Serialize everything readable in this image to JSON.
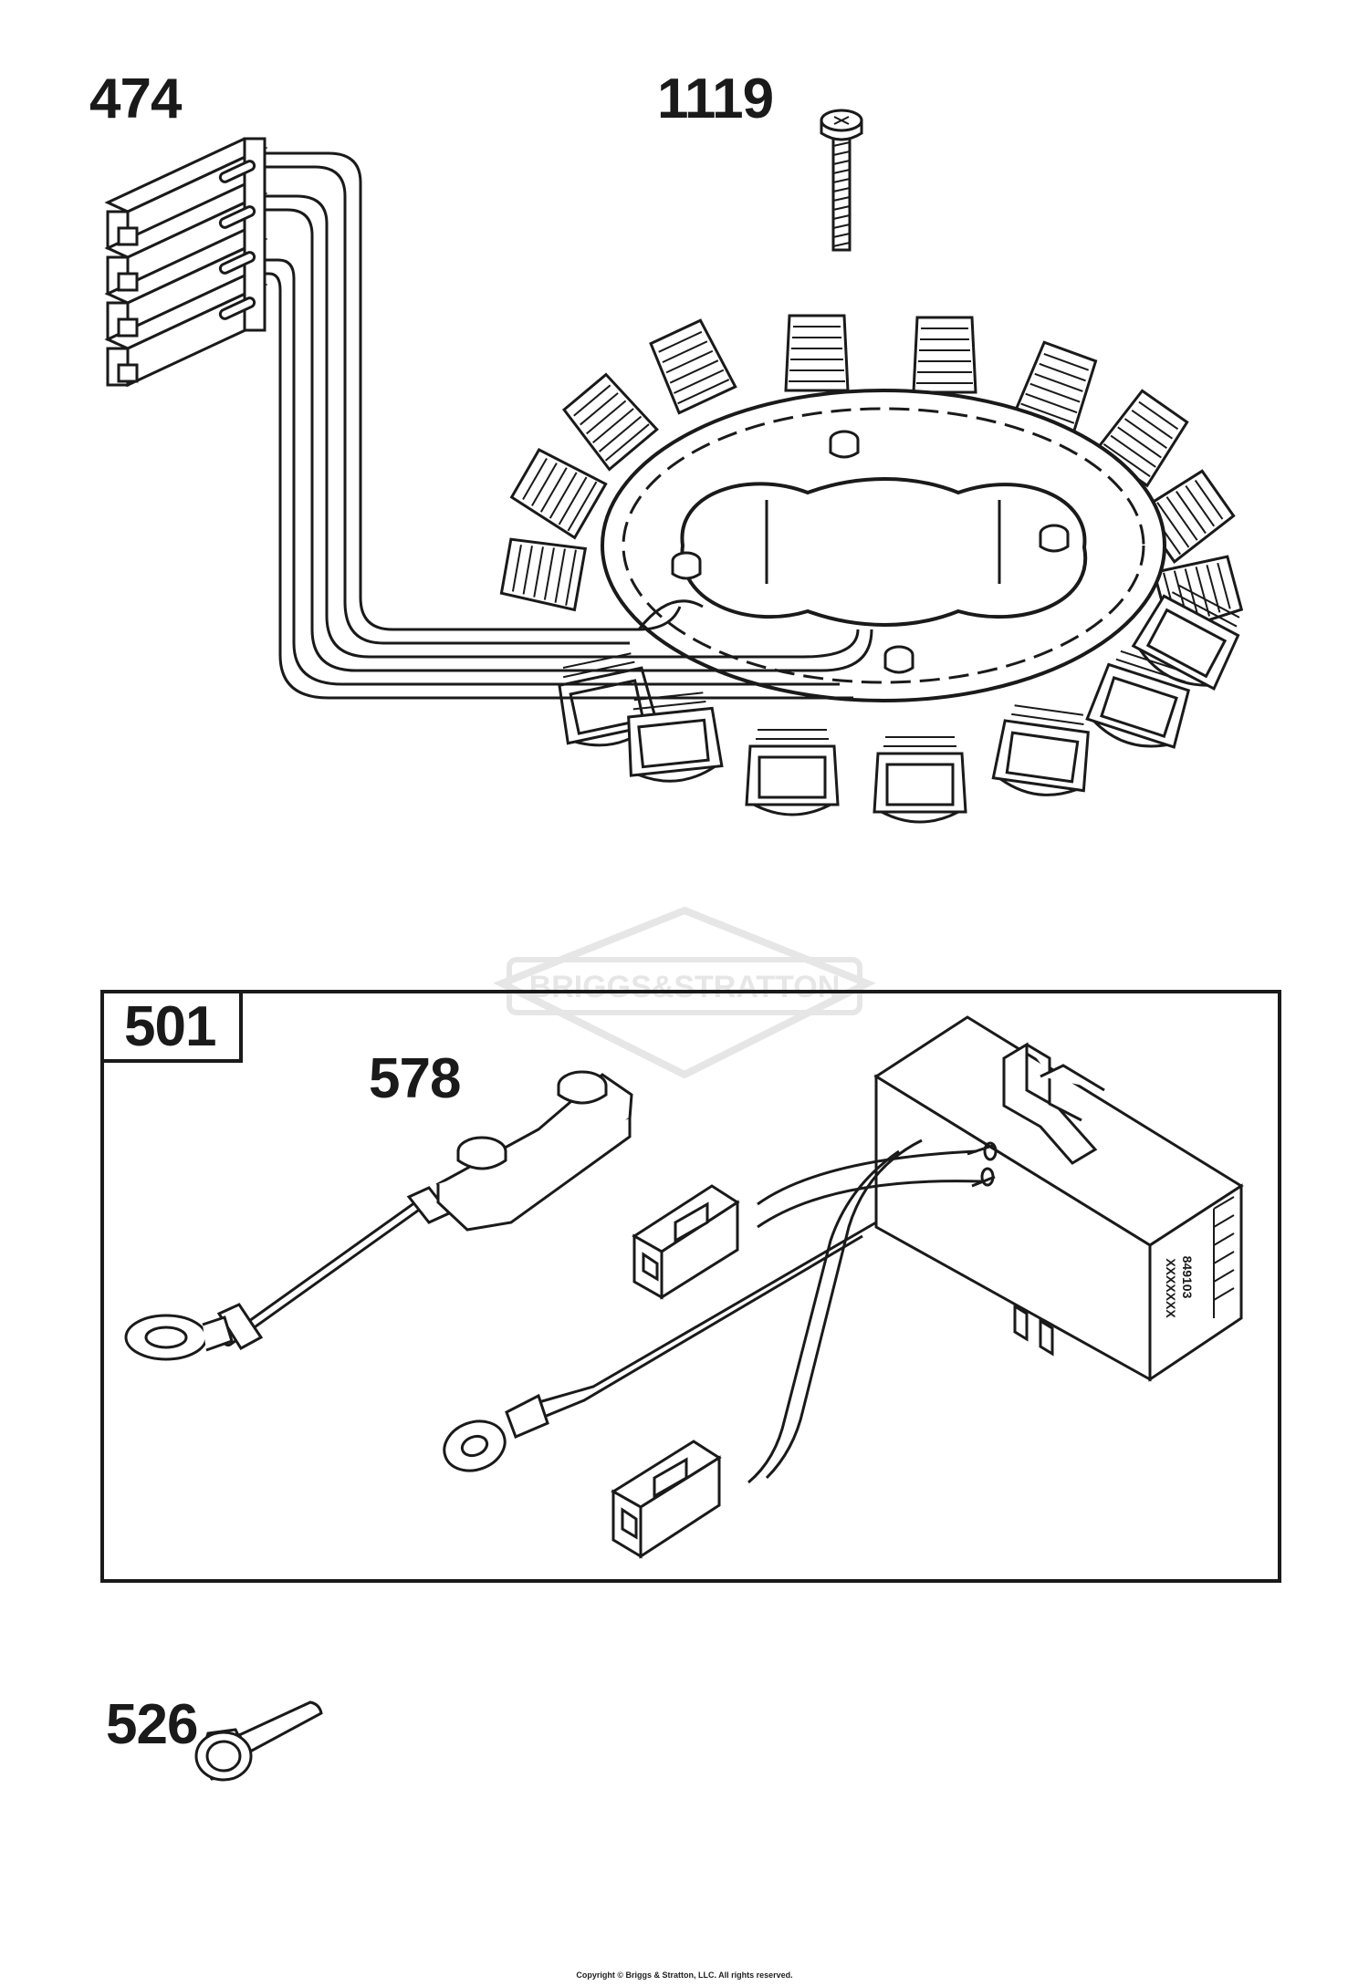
{
  "callouts": {
    "part_474": "474",
    "part_1119": "1119",
    "part_501": "501",
    "part_578": "578",
    "part_526": "526"
  },
  "module_text": {
    "line1": "849103",
    "line2": "XXXXXXX"
  },
  "watermark": {
    "brand": "BRIGGS&STRATTON"
  },
  "footer": {
    "copyright": "Copyright © Briggs & Stratton, LLC. All rights reserved."
  },
  "colors": {
    "ink": "#1a1a1a",
    "watermark": "#e6e6e6",
    "background": "#ffffff"
  }
}
